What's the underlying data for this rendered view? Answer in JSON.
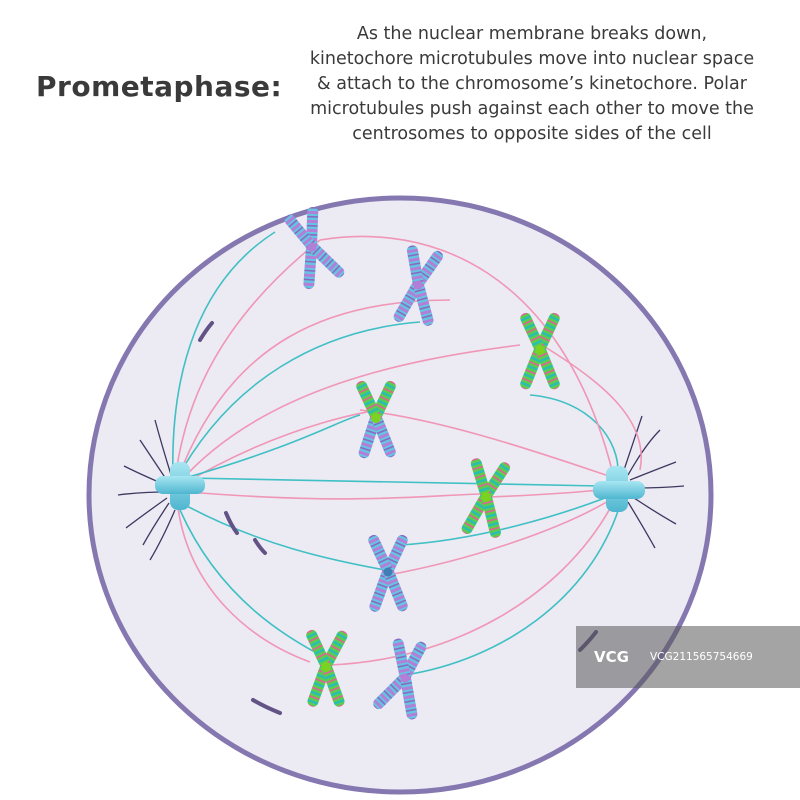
{
  "title": "Prometaphase:",
  "description": {
    "lines": [
      "As the nuclear membrane breaks down,",
      "kinetochore microtubules move into nuclear space",
      "& attach to the chromosome’s kinetochore. Polar",
      "microtubules push against each other to move the",
      "centrosomes to opposite sides of the cell"
    ]
  },
  "colors": {
    "cell_fill": "#eceaf3",
    "cell_border": "#8577b0",
    "membrane_fragment": "#615385",
    "polar_fiber": "#3e3760",
    "microtubule_teal": "#3fc0c4",
    "microtubule_pink": "#f096b6",
    "centrosome": "#6fc8dc",
    "chromosome_blue_purple": "#66c4e0",
    "chromosome_green": "#5ccd4c",
    "centromere": "#7ad321"
  },
  "watermark": {
    "logo": "VCG",
    "id": "VCG211565754669"
  }
}
